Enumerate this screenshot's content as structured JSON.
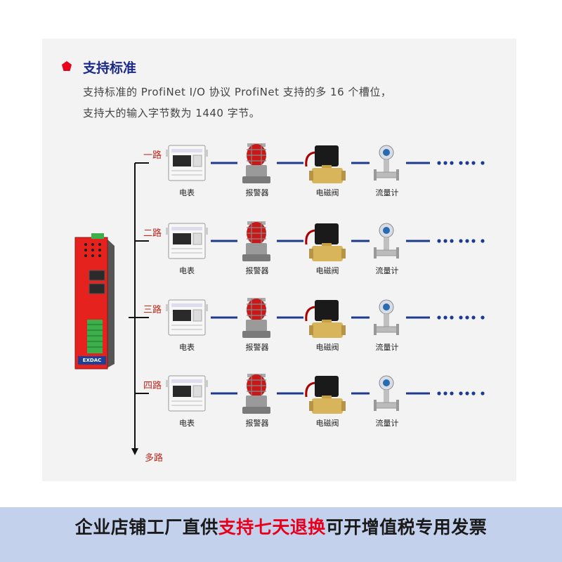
{
  "section": {
    "title": "支持标准",
    "lines": [
      "支持标准的 ProfiNet I/O 协议 ProfiNet 支持的多 16 个槽位，",
      "支持大的输入字节数为 1440 字节。"
    ]
  },
  "routes": [
    "一路",
    "二路",
    "三路",
    "四路"
  ],
  "more_routes": "多路",
  "devices": [
    "电表",
    "报警器",
    "电磁阀",
    "流量计"
  ],
  "ellipsis_icon": "dots-more-icon",
  "gateway": {
    "brand": "EXDAC"
  },
  "colors": {
    "accent_red": "#e8001c",
    "title_blue": "#1b2a8a",
    "line_blue": "#1d3a8f",
    "label_red": "#c0281e",
    "footer_bg": "#c4d1ec"
  },
  "footer": {
    "part1": "企业店铺工厂直供",
    "part2": "支持七天退换",
    "part3": "可开增值税专用发票"
  }
}
